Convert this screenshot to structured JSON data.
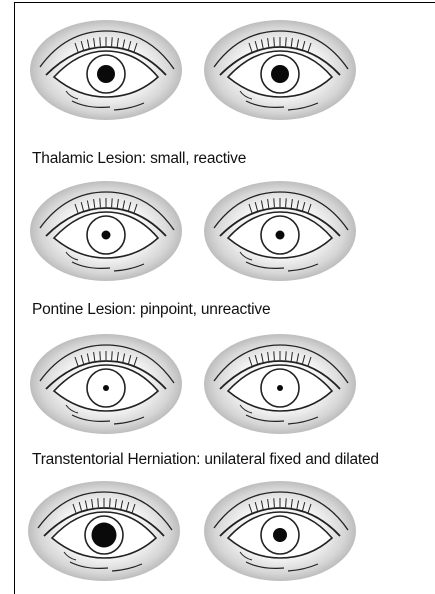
{
  "captions": {
    "thalamic": "Thalamic Lesion: small, reactive",
    "pontine": "Pontine Lesion: pinpoint, unreactive",
    "herniation": "Transtentorial Herniation: unilateral fixed and dilated"
  },
  "colors": {
    "line": "#222222",
    "shade": "#bdbdbd",
    "pupil": "#0a0a0a"
  },
  "pupils": {
    "normal": {
      "left": "medium",
      "right": "medium"
    },
    "thalamic": {
      "left": "small",
      "right": "small"
    },
    "pontine": {
      "left": "pinpoint",
      "right": "pinpoint"
    },
    "herniation": {
      "left": "dilated",
      "right": "medium"
    }
  }
}
